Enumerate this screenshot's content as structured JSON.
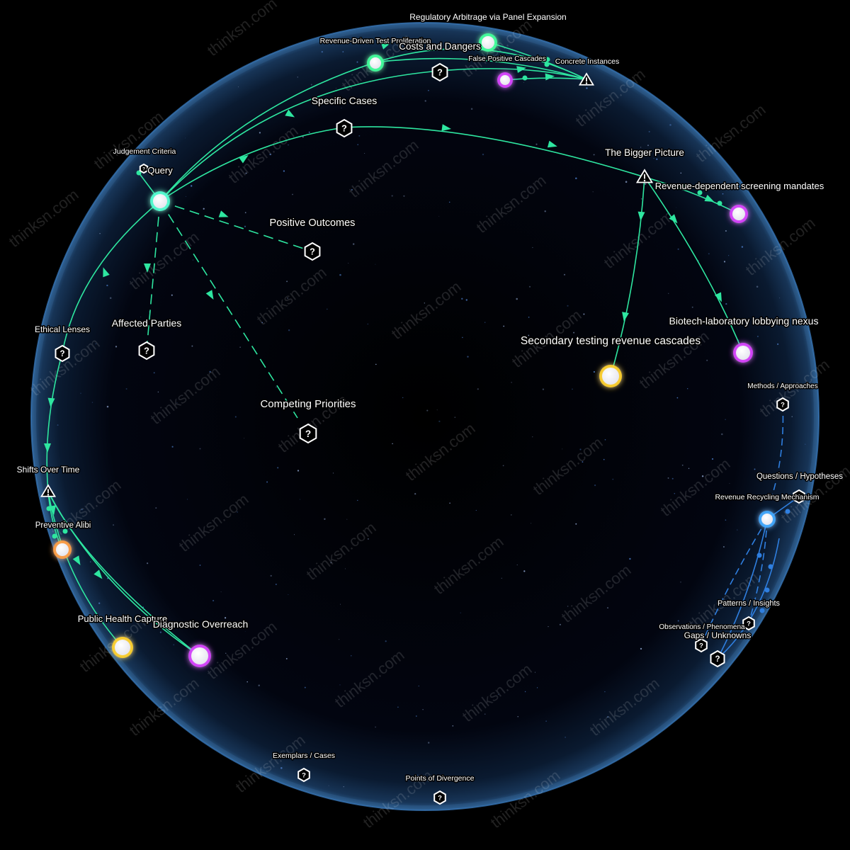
{
  "colors": {
    "background": "#000000",
    "sphere": "#0a1a2e",
    "sphere_rim": "#2a6fb0",
    "edge_green": "#2ee6a0",
    "edge_blue": "#2f7fe0",
    "node_green": "#39ff9a",
    "node_magenta": "#d93cff",
    "node_yellow": "#ffd21a",
    "node_orange": "#ff9d3c",
    "node_cyan": "#4dffd2",
    "node_blue": "#3aa8ff"
  },
  "watermark": "thinksn.com",
  "nodes": {
    "query": {
      "label": "Query"
    },
    "judgement_criteria": {
      "label": "Judgement Criteria"
    },
    "positive_outcomes": {
      "label": "Positive Outcomes",
      "icon": "question-hex-icon"
    },
    "affected_parties": {
      "label": "Affected Parties",
      "icon": "question-hex-icon"
    },
    "competing_priorities": {
      "label": "Competing Priorities",
      "icon": "question-hex-icon"
    },
    "ethical_lenses": {
      "label": "Ethical Lenses",
      "icon": "question-hex-icon"
    },
    "shifts_over_time": {
      "label": "Shifts Over Time",
      "icon": "warning-triangle-icon"
    },
    "preventive_alibi": {
      "label": "Preventive Alibi"
    },
    "public_health_capture": {
      "label": "Public Health Capture"
    },
    "diagnostic_overreach": {
      "label": "Diagnostic Overreach"
    },
    "specific_cases": {
      "label": "Specific Cases",
      "icon": "question-hex-icon"
    },
    "costs_and_dangers": {
      "label": "Costs and Dangers",
      "icon": "question-hex-icon"
    },
    "revenue_driven_test": {
      "label": "Revenue-Driven Test Proliferation"
    },
    "regulatory_arbitrage": {
      "label": "Regulatory Arbitrage via Panel Expansion"
    },
    "false_positive_cascades": {
      "label": "False Positive Cascades"
    },
    "concrete_instances": {
      "label": "Concrete Instances",
      "icon": "warning-triangle-icon"
    },
    "bigger_picture": {
      "label": "The Bigger Picture",
      "icon": "warning-triangle-icon"
    },
    "revenue_dependent": {
      "label": "Revenue-dependent screening mandates"
    },
    "biotech_lobbying": {
      "label": "Biotech-laboratory lobbying nexus"
    },
    "secondary_testing": {
      "label": "Secondary testing revenue cascades"
    },
    "methods_approaches": {
      "label": "Methods / Approaches",
      "icon": "question-hex-icon"
    },
    "questions_hypotheses": {
      "label": "Questions / Hypotheses",
      "icon": "question-hex-icon"
    },
    "revenue_recycling": {
      "label": "Revenue Recycling Mechanism"
    },
    "patterns_insights": {
      "label": "Patterns / Insights",
      "icon": "question-hex-icon"
    },
    "observations_phenomena": {
      "label": "Observations / Phenomena",
      "icon": "question-hex-icon"
    },
    "gaps_unknowns": {
      "label": "Gaps / Unknowns",
      "icon": "question-hex-icon"
    },
    "exemplars_cases": {
      "label": "Exemplars / Cases",
      "icon": "question-hex-icon"
    },
    "points_of_divergence": {
      "label": "Points of Divergence",
      "icon": "question-hex-icon"
    }
  }
}
